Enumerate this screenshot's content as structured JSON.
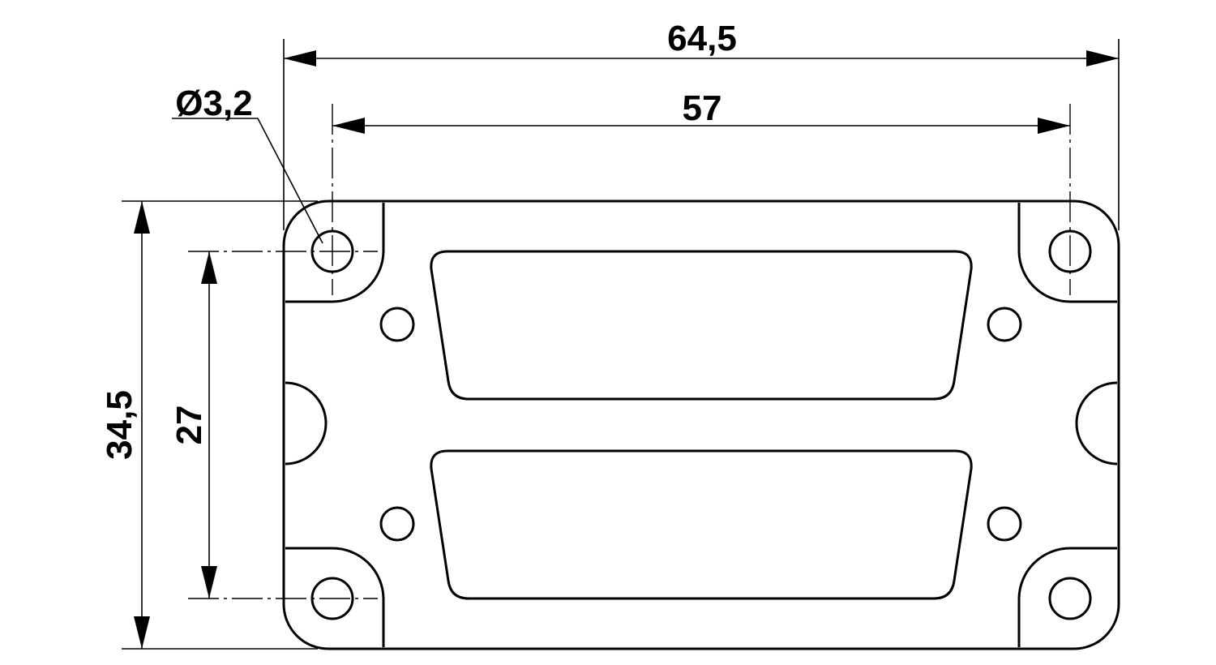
{
  "dimensions": {
    "overall_width": "64,5",
    "hole_pitch_width": "57",
    "hole_diameter": "Ø3,2",
    "overall_height": "34,5",
    "hole_pitch_height": "27"
  },
  "colors": {
    "line": "#000000",
    "background": "#ffffff"
  }
}
